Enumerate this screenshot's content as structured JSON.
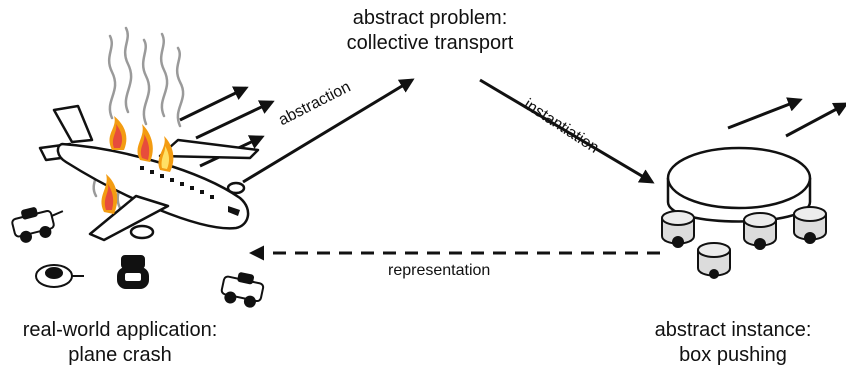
{
  "labels": {
    "top_line1": "abstract problem:",
    "top_line2": "collective transport",
    "left_line1": "real-world application:",
    "left_line2": "plane crash",
    "right_line1": "abstract instance:",
    "right_line2": "box pushing"
  },
  "edges": {
    "abstraction": "abstraction",
    "instantiation": "instantiation",
    "representation": "representation"
  },
  "colors": {
    "ink": "#111111",
    "flame_outer": "#f39c12",
    "flame_inner": "#e74c3c",
    "flame_core": "#ffe066",
    "smoke": "#9a9a9a",
    "robot_body": "#dcdcdc"
  }
}
